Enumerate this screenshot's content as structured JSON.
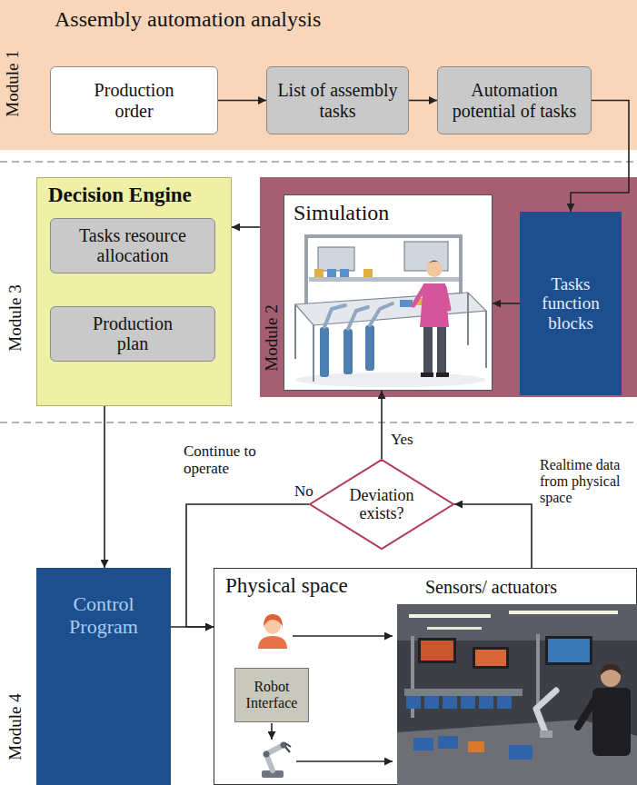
{
  "diagram": {
    "nodes": [
      {
        "text": [
          "Assembly automation analysis",
          "Module 1"
        ]
      },
      {
        "text": [
          "Production order"
        ],
        "in": 0
      },
      {
        "text": [
          "List of assembly tasks"
        ],
        "in": 0
      },
      {
        "text": [
          "Automation potential of tasks"
        ],
        "in": 0
      },
      {
        "text": [
          "Decision Engine"
        ]
      },
      {
        "text": [
          "Tasks resource allocation"
        ],
        "in": 4
      },
      {
        "text": [
          "Production plan"
        ],
        "in": 4
      },
      {
        "text": [
          "Module 2"
        ]
      },
      {
        "text": [
          "Simulation"
        ],
        "in": 7
      },
      {
        "text": [
          "Tasks function blocks"
        ],
        "in": 7
      },
      {
        "text": [
          "Deviation exists?"
        ]
      },
      {
        "text": [
          "Control Program"
        ]
      },
      {
        "text": [
          "Physical space",
          "Sensors/ actuators"
        ]
      },
      {
        "text": [
          "Robot Interface"
        ],
        "in": 12
      }
    ],
    "edges": [
      {
        "from": 1,
        "to": 2,
        "arrow": "to"
      },
      {
        "from": 2,
        "to": 3,
        "arrow": "to"
      },
      {
        "from": 3,
        "to": 9,
        "arrow": "to"
      },
      {
        "from": 9,
        "to": 8,
        "arrow": "to"
      },
      {
        "from": 7,
        "to": 4,
        "arrow": "to"
      },
      {
        "from": 4,
        "to": 11,
        "arrow": "to"
      },
      {
        "from": 12,
        "to": 10,
        "label": "Realtime data from physical space",
        "arrow": "to"
      },
      {
        "from": 10,
        "to": 8,
        "label": "Yes",
        "arrow": "to"
      },
      {
        "from": 10,
        "to": 12,
        "label": "No",
        "arrow": "to"
      },
      {
        "from": 11,
        "to": 12,
        "arrow": "to"
      }
    ],
    "labels": [
      "Module 3",
      "Module 4",
      "Continue to operate"
    ]
  }
}
